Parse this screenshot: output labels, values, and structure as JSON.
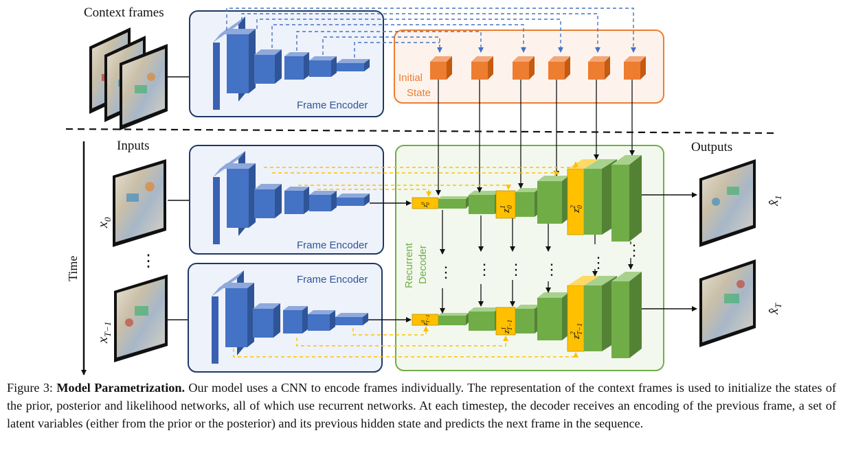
{
  "labels": {
    "context_frames": "Context frames",
    "inputs": "Inputs",
    "outputs": "Outputs",
    "time": "Time",
    "frame_encoder": "Frame Encoder",
    "initial_state_line1": "Initial",
    "initial_state_line2": "State",
    "recurrent_decoder_line1": "Recurrent",
    "recurrent_decoder_line2": "Decoder",
    "x0_base": "x",
    "x0_sub": "0",
    "xT1_base": "x",
    "xT1_sub": "T−1",
    "xhat1_base": "x̂",
    "xhat1_sub": "1",
    "xhatT_base": "x̂",
    "xhatT_sub": "T",
    "vdots": "⋮"
  },
  "latents": {
    "z00": "z",
    "z00_sub": "0",
    "z00_sup": "0",
    "z10": "z",
    "z10_sub": "0",
    "z10_sup": "1",
    "z20": "z",
    "z20_sub": "0",
    "z20_sup": "2",
    "z0T": "z",
    "z0T_sub": "T−1",
    "z0T_sup": "0",
    "z1T": "z",
    "z1T_sub": "T−1",
    "z1T_sup": "1",
    "z2T": "z",
    "z2T_sub": "T−1",
    "z2T_sup": "2"
  },
  "caption": {
    "label": "Figure 3:",
    "title": "Model Parametrization.",
    "text": "Our model uses a CNN to encode frames individually. The representation of the context frames is used to initialize the states of the prior, posterior and likelihood networks, all of which use recurrent networks. At each timestep, the decoder receives an encoding of the previous frame, a set of latent variables (either from the prior or the posterior) and its previous hidden state and predicts the next frame in the sequence."
  },
  "colors": {
    "encoder_blue": "#4472c4",
    "encoder_box_border": "#1f3864",
    "encoder_box_fill": "#eef2fa",
    "initial_state_orange": "#ed7d31",
    "decoder_green": "#70ad47",
    "decoder_box_border": "#70ad47",
    "decoder_box_fill": "#f3f8ee",
    "latent_yellow": "#ffc000",
    "dashed_blue": "#4472c4",
    "dashed_yellow": "#ffc000"
  }
}
